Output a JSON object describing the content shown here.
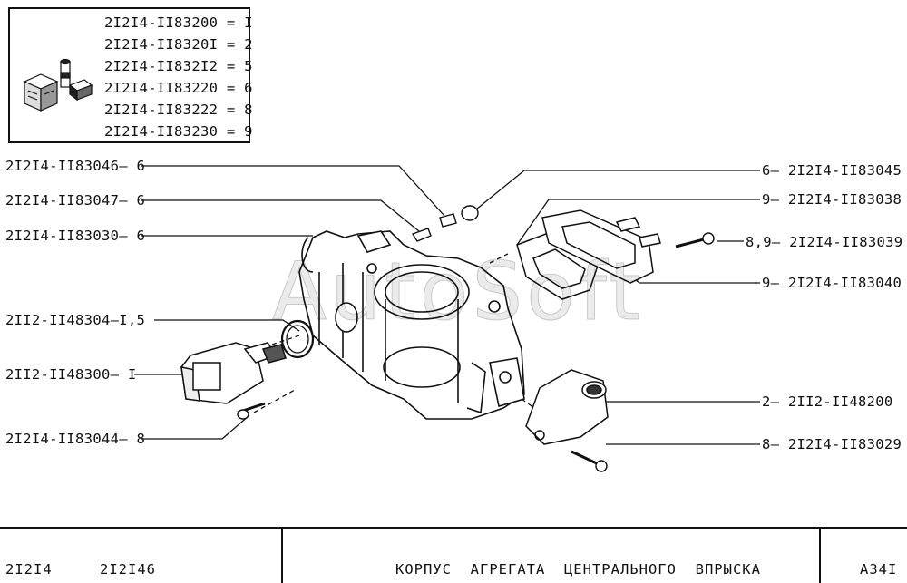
{
  "legend": {
    "rows": [
      "2I2I4-II83200 = I",
      "2I2I4-II8320I = 2",
      "2I2I4-II832I2 = 5",
      "2I2I4-II83220 = 6",
      "2I2I4-II83222 = 8",
      "2I2I4-II83230 = 9"
    ]
  },
  "left_callouts": [
    "2I2I4-II83046— 6",
    "2I2I4-II83047— 6",
    "2I2I4-II83030— 6",
    "2II2-II48304—I,5",
    "2II2-II48300— I",
    "2I2I4-II83044— 8"
  ],
  "right_callouts": [
    "6— 2I2I4-II83045",
    "9— 2I2I4-II83038",
    "8,9— 2I2I4-II83039",
    "9— 2I2I4-II83040",
    "2— 2II2-II48200",
    "8— 2I2I4-II83029"
  ],
  "watermark": "AutoSoft",
  "footer": {
    "model_1": "2I2I4",
    "model_2": "2I2I46",
    "title": "КОРПУС  АГРЕГАТА  ЦЕНТРАЛЬНОГО  ВПРЫСКА",
    "sheet_code": "A34I"
  }
}
